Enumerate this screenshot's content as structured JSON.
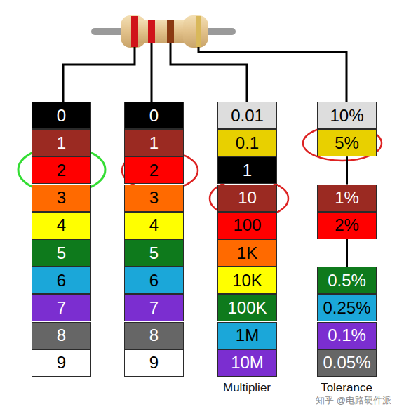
{
  "diagram": {
    "nodes": [
      {
        "text": [
          "0"
        ]
      },
      {
        "text": [
          "1"
        ]
      },
      {
        "text": [
          "2"
        ]
      },
      {
        "text": [
          "3"
        ]
      },
      {
        "text": [
          "4"
        ]
      },
      {
        "text": [
          "5"
        ]
      },
      {
        "text": [
          "6"
        ]
      },
      {
        "text": [
          "7"
        ]
      },
      {
        "text": [
          "8"
        ]
      },
      {
        "text": [
          "9"
        ]
      },
      {
        "text": [
          "0"
        ]
      },
      {
        "text": [
          "1"
        ]
      },
      {
        "text": [
          "2"
        ]
      },
      {
        "text": [
          "3"
        ]
      },
      {
        "text": [
          "4"
        ]
      },
      {
        "text": [
          "5"
        ]
      },
      {
        "text": [
          "6"
        ]
      },
      {
        "text": [
          "7"
        ]
      },
      {
        "text": [
          "8"
        ]
      },
      {
        "text": [
          "9"
        ]
      },
      {
        "text": [
          "0.01"
        ]
      },
      {
        "text": [
          "0.1"
        ]
      },
      {
        "text": [
          "1"
        ]
      },
      {
        "text": [
          "10"
        ]
      },
      {
        "text": [
          "100"
        ]
      },
      {
        "text": [
          "1K"
        ]
      },
      {
        "text": [
          "10K"
        ]
      },
      {
        "text": [
          "100K"
        ]
      },
      {
        "text": [
          "1M"
        ]
      },
      {
        "text": [
          "10M"
        ]
      },
      {
        "text": [
          "10%"
        ]
      },
      {
        "text": [
          "5%"
        ]
      },
      {
        "text": [
          "1%"
        ]
      },
      {
        "text": [
          "2%"
        ]
      },
      {
        "text": [
          "0.5%"
        ]
      },
      {
        "text": [
          "0.25%"
        ]
      },
      {
        "text": [
          "0.1%"
        ]
      },
      {
        "text": [
          "0.05%"
        ]
      }
    ],
    "edges": [
      {
        "from": 31,
        "to": 32,
        "arrow": "none"
      },
      {
        "from": 33,
        "to": 34,
        "arrow": "none"
      }
    ],
    "labels": [
      "Multiplier",
      "Tolerance",
      "知乎 @电路硬件派"
    ]
  }
}
